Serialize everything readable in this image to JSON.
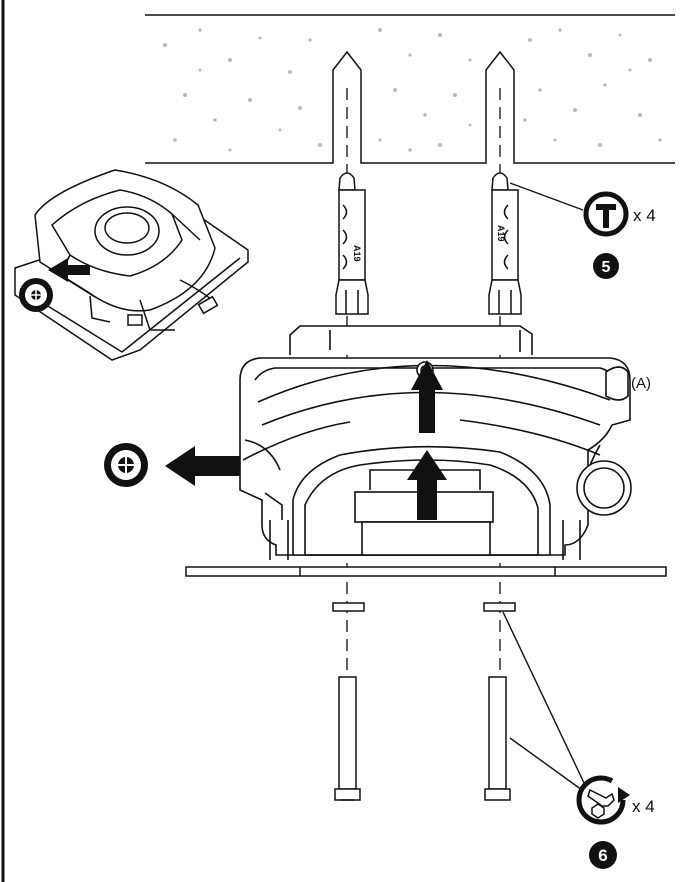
{
  "callouts": {
    "anchor_count": "x 4",
    "anchor_step": "5",
    "screw_count": "x 4",
    "screw_step": "6",
    "mount_label": "(A)"
  },
  "anchor_marks": [
    "A19",
    "A19"
  ],
  "icons": {
    "anchor_tool": "hammer-circle-icon",
    "screw_tool": "wrench-rotate-icon",
    "release": "lock-release-icon"
  },
  "colors": {
    "ink": "#111111",
    "wall_dots": "#b8b8b8",
    "badge": "#111111"
  }
}
